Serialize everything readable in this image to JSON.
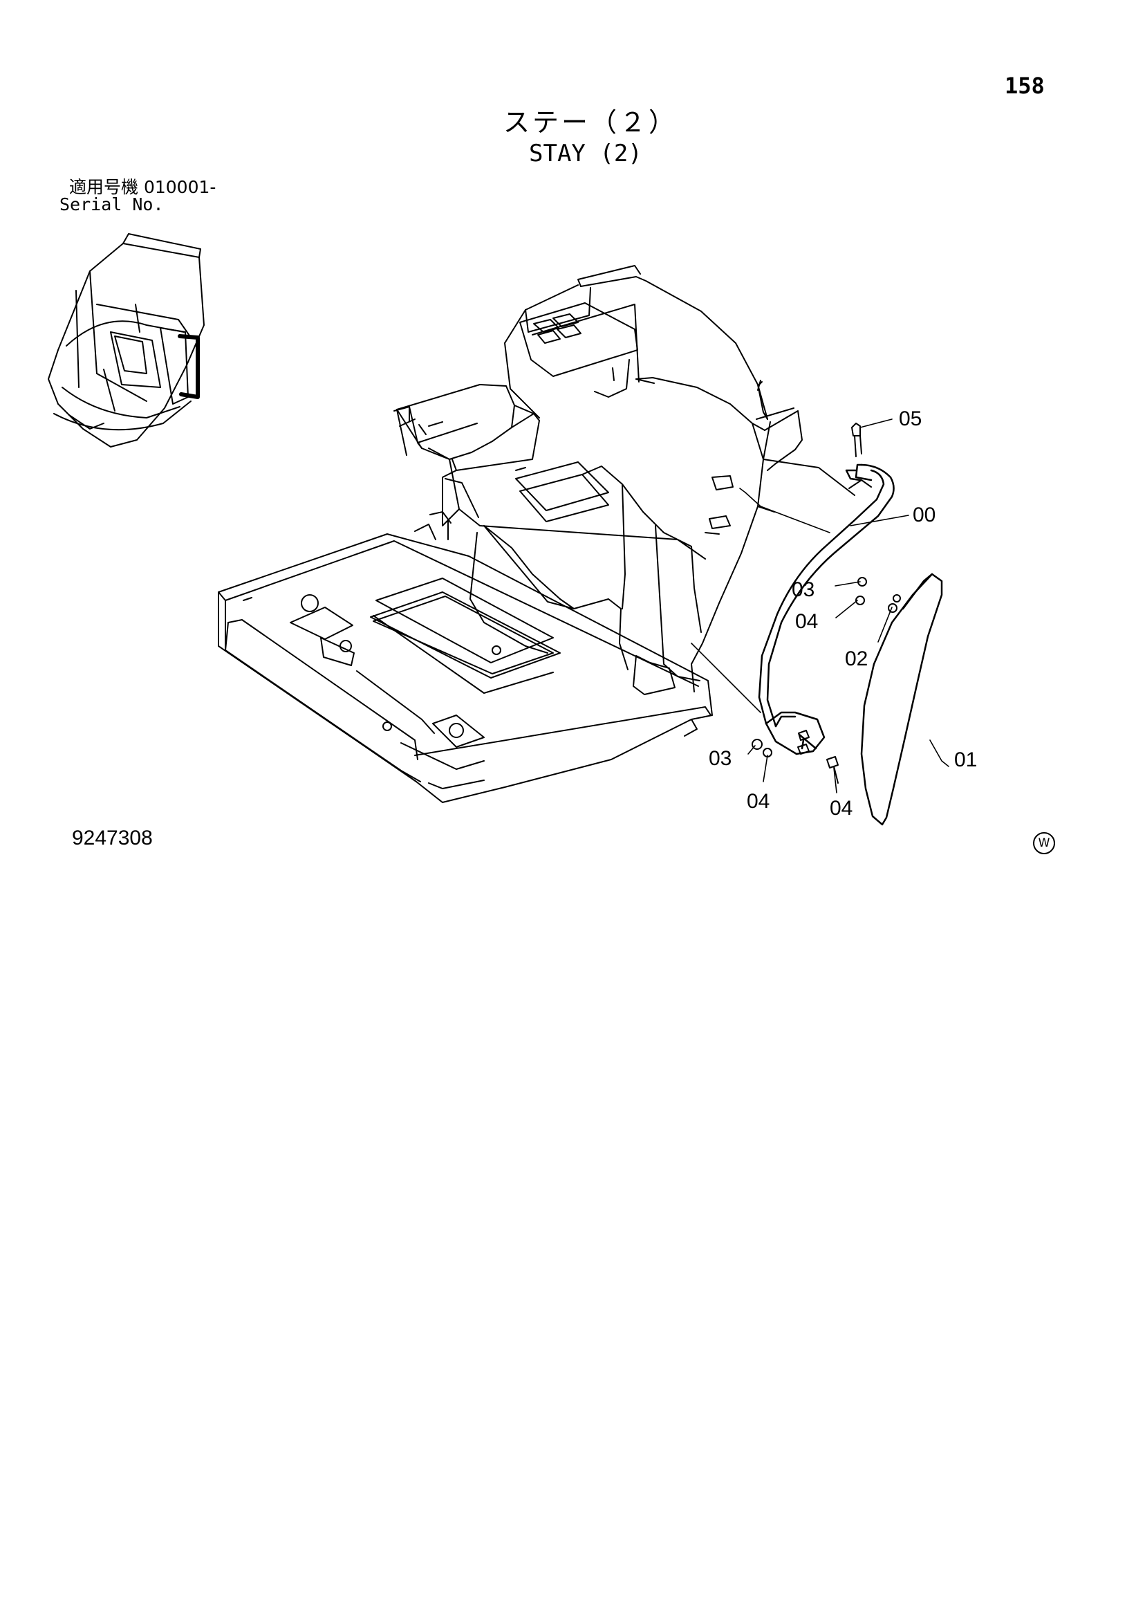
{
  "page": {
    "number": "158",
    "title_jp": "ステー（２）",
    "title_en": "STAY (2)",
    "serial_label_jp": "適用号機  010001-",
    "serial_label_en": "Serial No.",
    "diagram_number": "9247308",
    "mark": "W"
  },
  "callouts": [
    {
      "id": "05",
      "label": "05"
    },
    {
      "id": "00",
      "label": "00"
    },
    {
      "id": "03a",
      "label": "03"
    },
    {
      "id": "04a",
      "label": "04"
    },
    {
      "id": "02",
      "label": "02"
    },
    {
      "id": "01",
      "label": "01"
    },
    {
      "id": "03b",
      "label": "03"
    },
    {
      "id": "04b",
      "label": "04"
    },
    {
      "id": "04c",
      "label": "04"
    }
  ]
}
